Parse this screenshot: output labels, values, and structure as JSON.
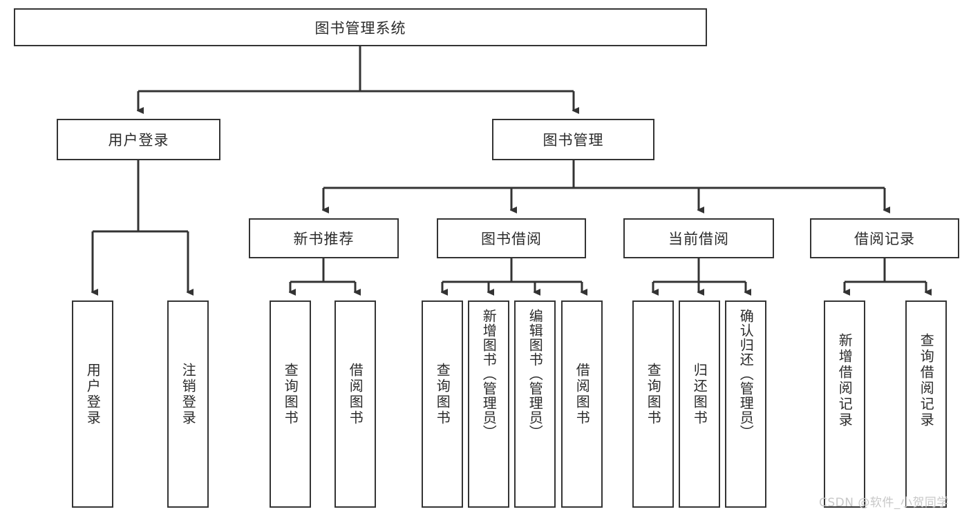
{
  "diagram": {
    "title": "图书管理系统",
    "root": {
      "label": "图书管理系统"
    },
    "level1": [
      {
        "label": "用户登录"
      },
      {
        "label": "图书管理"
      }
    ],
    "level2": [
      {
        "label": "新书推荐"
      },
      {
        "label": "图书借阅"
      },
      {
        "label": "当前借阅"
      },
      {
        "label": "借阅记录"
      }
    ],
    "leaves": {
      "user_login": [
        {
          "label": "用户登录"
        },
        {
          "label": "注销登录"
        }
      ],
      "new_book": [
        {
          "label": "查询图书"
        },
        {
          "label": "借阅图书"
        }
      ],
      "borrow": [
        {
          "label": "查询图书"
        },
        {
          "label": "新增图书（管理员）"
        },
        {
          "label": "编辑图书（管理员）"
        },
        {
          "label": "借阅图书"
        }
      ],
      "current": [
        {
          "label": "查询图书"
        },
        {
          "label": "归还图书"
        },
        {
          "label": "确认归还（管理员）"
        }
      ],
      "records": [
        {
          "label": "新增借阅记录"
        },
        {
          "label": "查询借阅记录"
        }
      ]
    }
  },
  "watermark": {
    "text": "CSDN @软件_小贺同学"
  },
  "colors": {
    "border": "#333333",
    "text": "#2b2b2b",
    "background": "#ffffff",
    "watermark": "#c8c8c8"
  }
}
